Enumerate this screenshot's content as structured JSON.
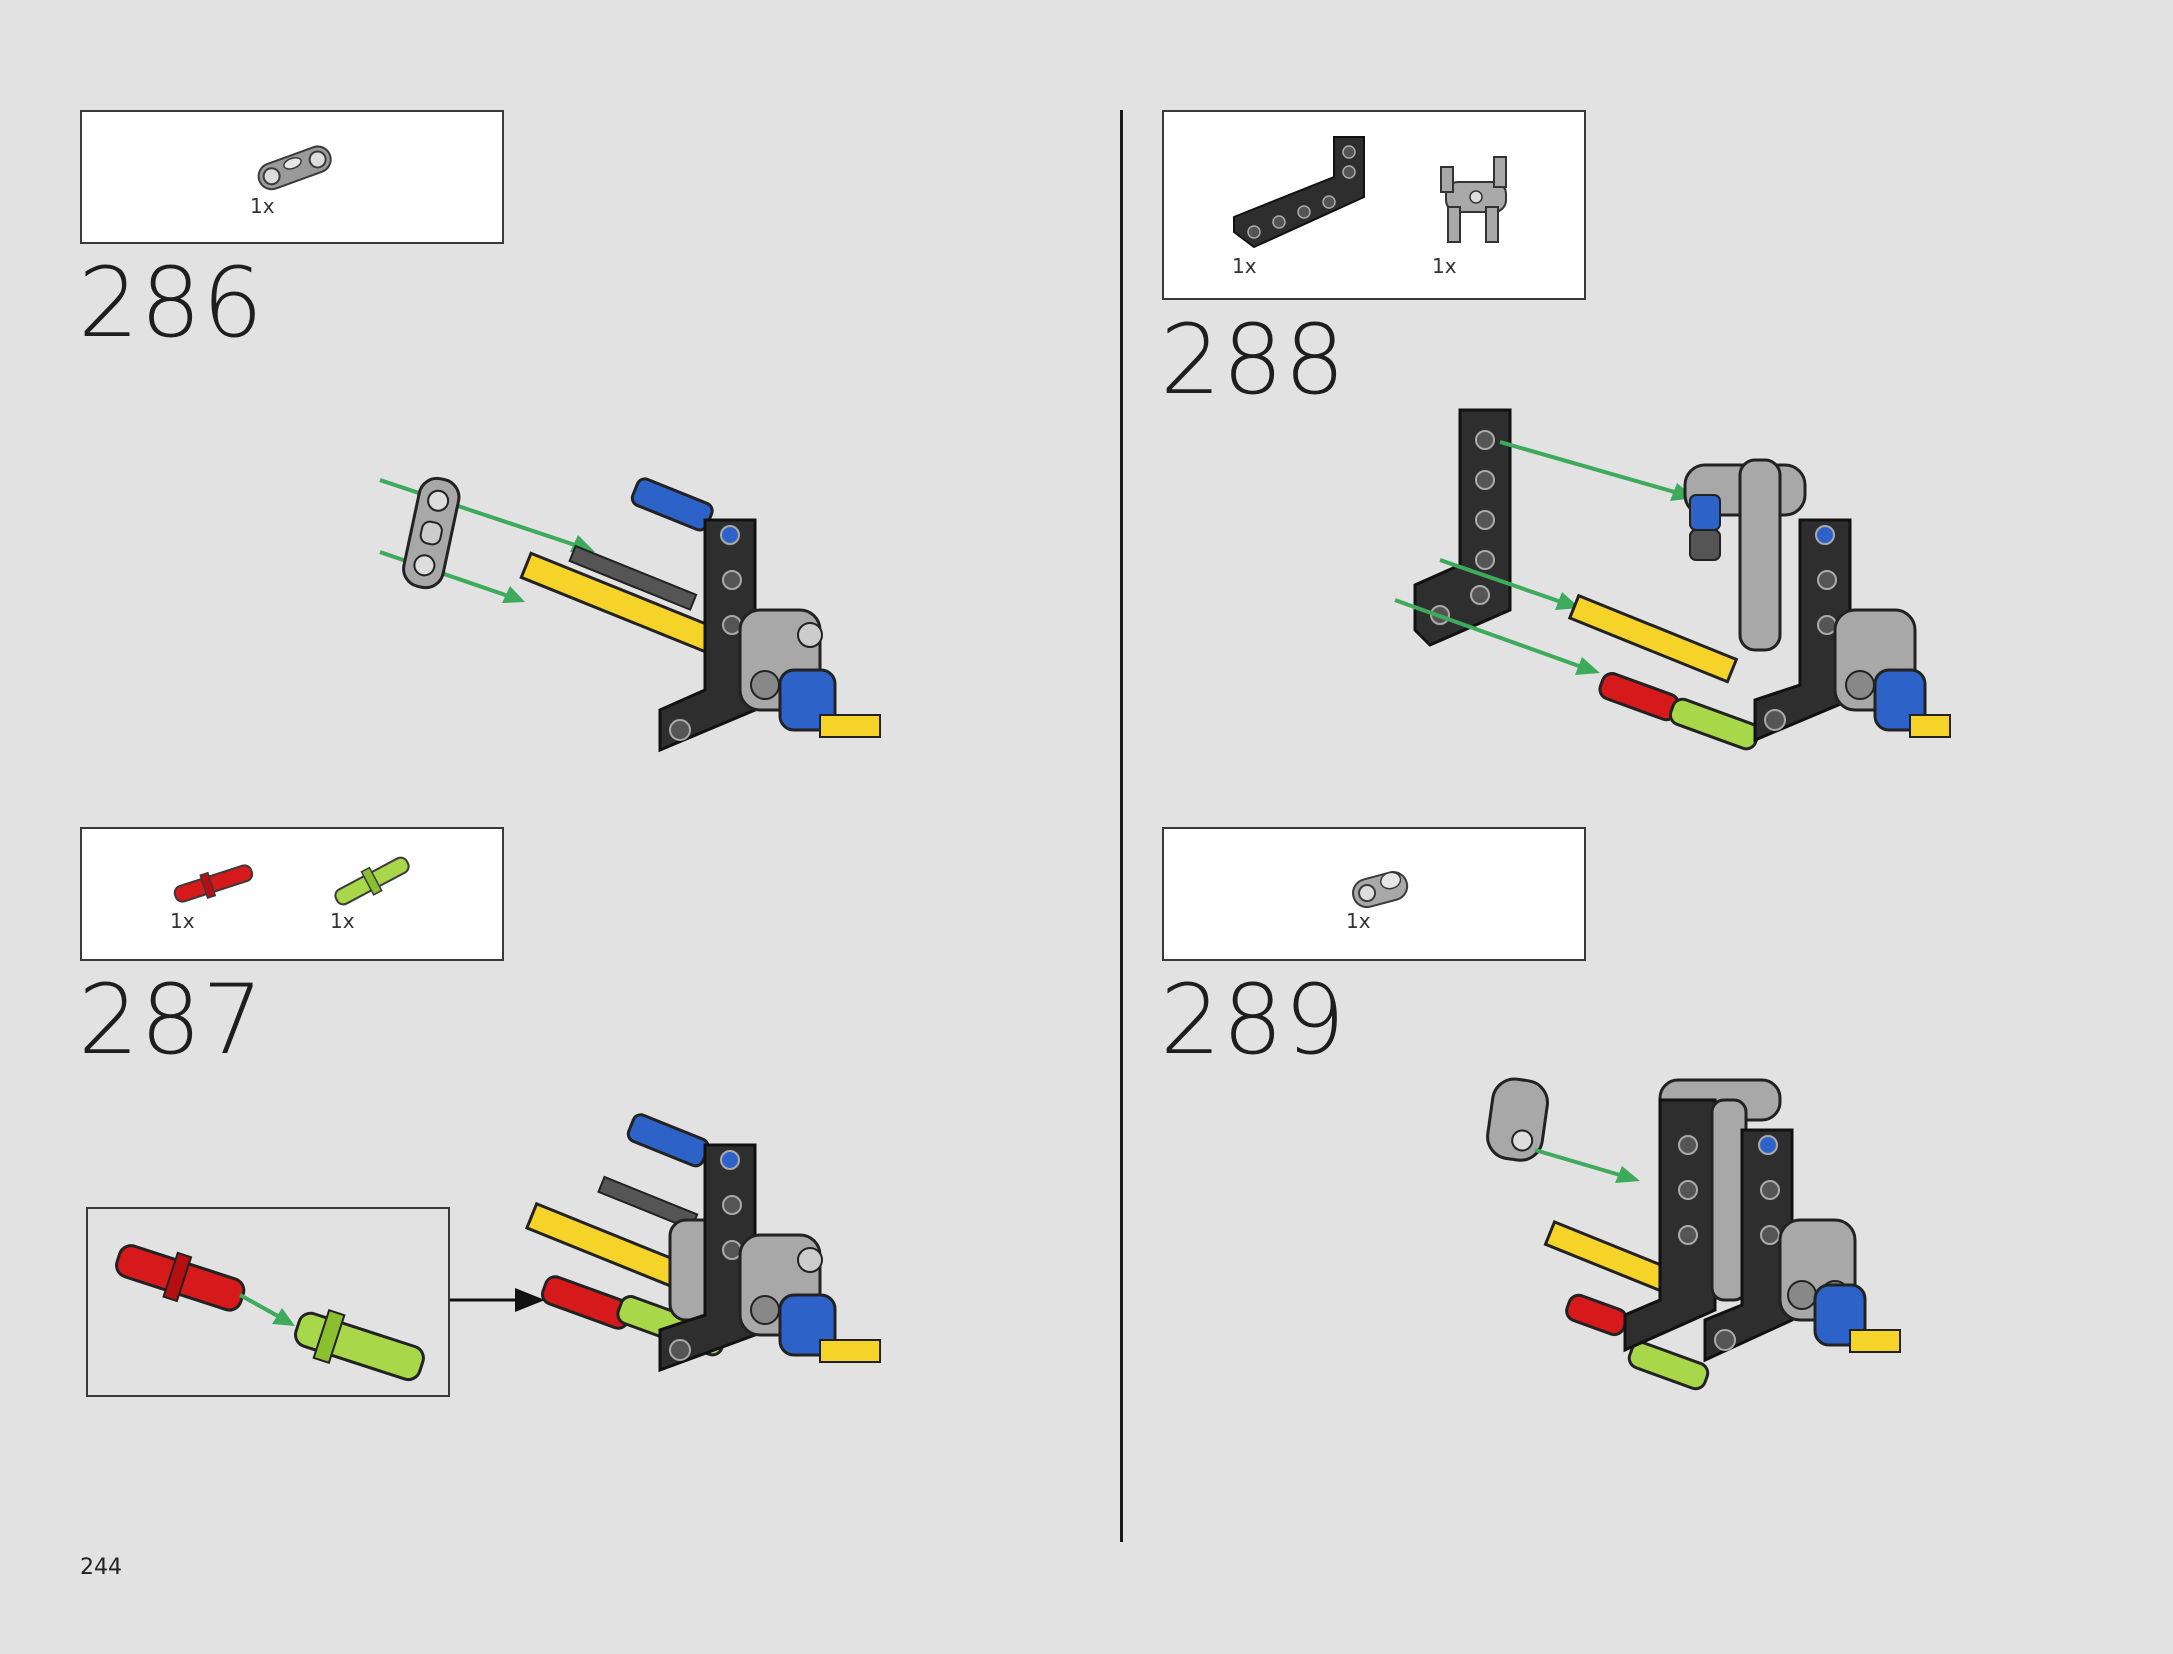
{
  "page_number": "244",
  "steps": [
    {
      "number": "286",
      "parts": [
        {
          "qty": "1x",
          "part": "light-gray-pin-connector-double"
        }
      ]
    },
    {
      "number": "287",
      "parts": [
        {
          "qty": "1x",
          "part": "red-axle-pin"
        },
        {
          "qty": "1x",
          "part": "lime-pin"
        }
      ]
    },
    {
      "number": "288",
      "parts": [
        {
          "qty": "1x",
          "part": "black-L-beam"
        },
        {
          "qty": "1x",
          "part": "light-gray-cross-connector"
        }
      ]
    },
    {
      "number": "289",
      "parts": [
        {
          "qty": "1x",
          "part": "light-gray-pin-connector"
        }
      ]
    }
  ],
  "colors": {
    "background": "#e2e2e2",
    "arrow": "#3daa5c",
    "black_beam": "#2e2e2e",
    "gray": "#a8a8a8",
    "blue": "#2d63c8",
    "yellow": "#f5d328",
    "red": "#d6191b",
    "lime": "#a8d84a"
  }
}
